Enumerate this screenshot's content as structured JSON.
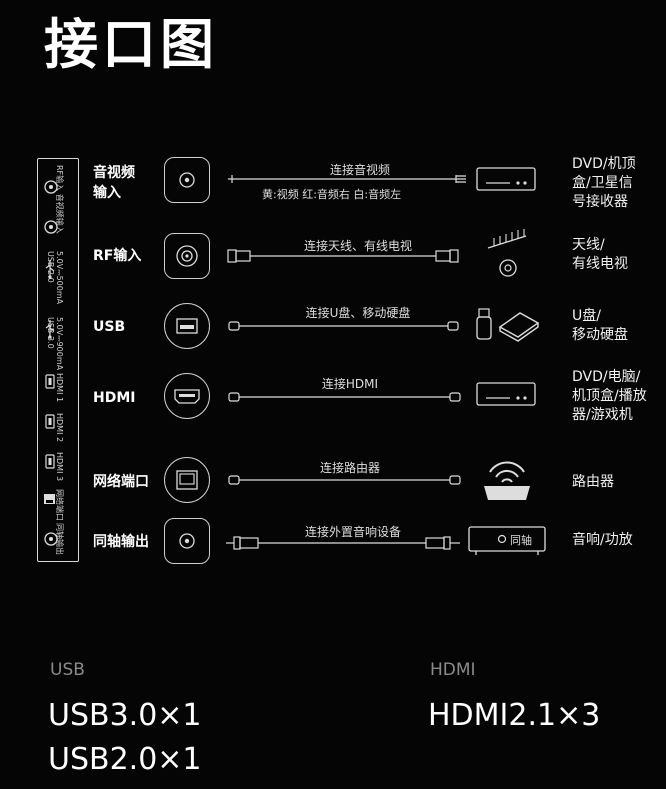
{
  "title": "接口图",
  "side_panel": {
    "av_label": "RF输入 音视频输入",
    "usb2_label": "USB 2.0",
    "usb2_power": "5.0V⎓500mA",
    "usb3_label": "USB 3.0",
    "usb3_power": "5.0V⎓900mA",
    "hdmi1": "HDMI 1",
    "hdmi2": "HDMI 2",
    "hdmi3": "HDMI 3",
    "lan": "网络端口",
    "coax": "同轴输出",
    "ss_mark": "SS"
  },
  "rows": [
    {
      "label_line1": "音视频",
      "label_line2": "输入",
      "cable_label": "连接音视频",
      "cable_sub": "黄:视频  红:音频右  白:音频左",
      "device": [
        "DVD/机顶",
        "盒/卫星信",
        "号接收器"
      ]
    },
    {
      "label_line1": "RF输入",
      "cable_label": "连接天线、有线电视",
      "device": [
        "天线/",
        "有线电视"
      ]
    },
    {
      "label_line1": "USB",
      "cable_label": "连接U盘、移动硬盘",
      "device": [
        "U盘/",
        "移动硬盘"
      ]
    },
    {
      "label_line1": "HDMI",
      "cable_label": "连接HDMI",
      "device": [
        "DVD/电脑/",
        "机顶盒/播放",
        "器/游戏机"
      ]
    },
    {
      "label_line1": "网络端口",
      "cable_label": "连接路由器",
      "device": [
        "路由器"
      ]
    },
    {
      "label_line1": "同轴输出",
      "cable_label": "连接外置音响设备",
      "device": [
        "音响/功放"
      ],
      "device_box_label": "同轴"
    }
  ],
  "specs": {
    "usb_head": "USB",
    "usb_val1": "USB3.0×1",
    "usb_val2": "USB2.0×1",
    "hdmi_head": "HDMI",
    "hdmi_val1": "HDMI2.1×3"
  },
  "icons": [
    "rca-port-icon",
    "coax-port-icon",
    "usb-port-icon",
    "hdmi-port-icon",
    "ethernet-port-icon",
    "set-top-box-icon",
    "antenna-icon",
    "usb-drive-icon",
    "hard-disk-icon",
    "router-icon",
    "audio-receiver-icon"
  ]
}
